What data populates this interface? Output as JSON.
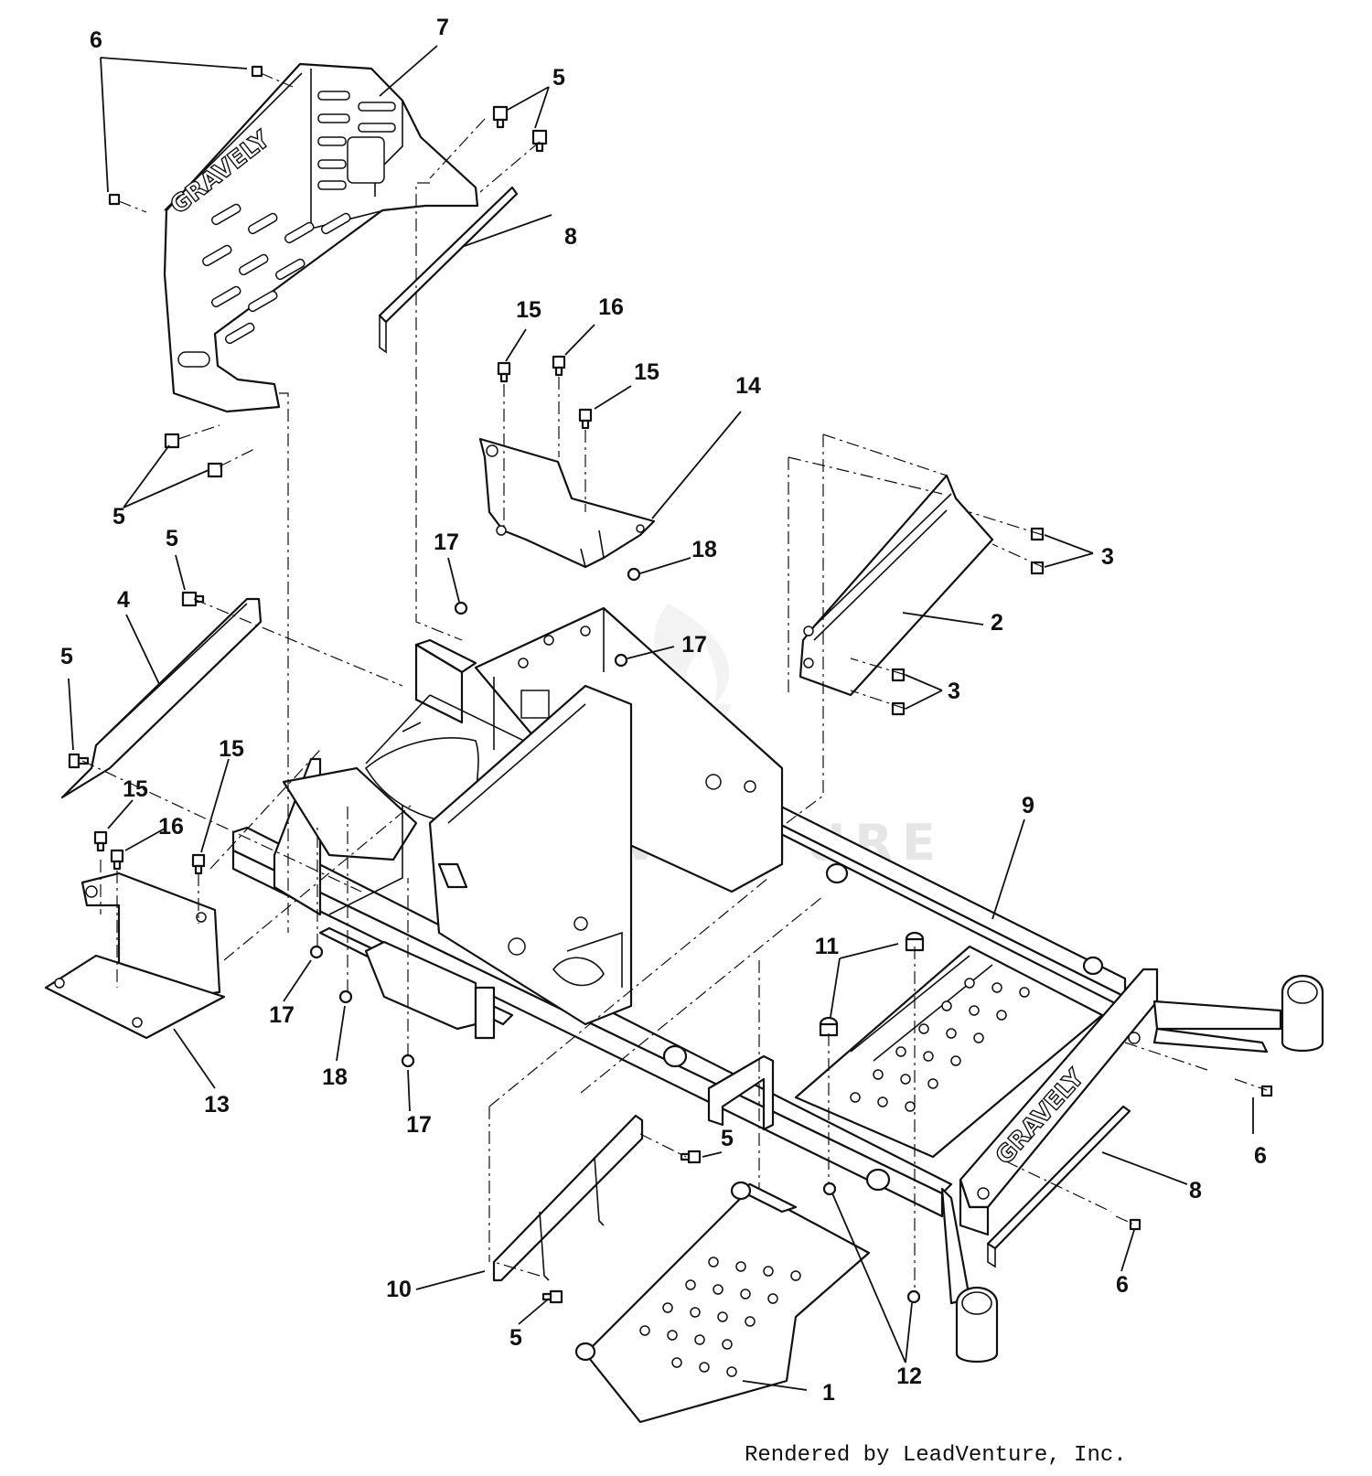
{
  "diagram": {
    "callouts": {
      "c1": "1",
      "c2": "2",
      "c3a": "3",
      "c3b": "3",
      "c4": "4",
      "c5a": "5",
      "c5b": "5",
      "c5c": "5",
      "c5d": "5",
      "c5e": "5",
      "c5f": "5",
      "c6a": "6",
      "c6b": "6",
      "c6c": "6",
      "c7": "7",
      "c8a": "8",
      "c8b": "8",
      "c9": "9",
      "c10": "10",
      "c11": "11",
      "c12": "12",
      "c13": "13",
      "c14": "14",
      "c15a": "15",
      "c15b": "15",
      "c15c": "15",
      "c15d": "15",
      "c16a": "16",
      "c16b": "16",
      "c17a": "17",
      "c17b": "17",
      "c17c": "17",
      "c17d": "17",
      "c18a": "18",
      "c18b": "18"
    },
    "brand_text_seat": "GRAVELY",
    "brand_text_front": "GRAVELY",
    "watermark": "LEADVENTURE",
    "credit": "Rendered by LeadVenture, Inc."
  }
}
